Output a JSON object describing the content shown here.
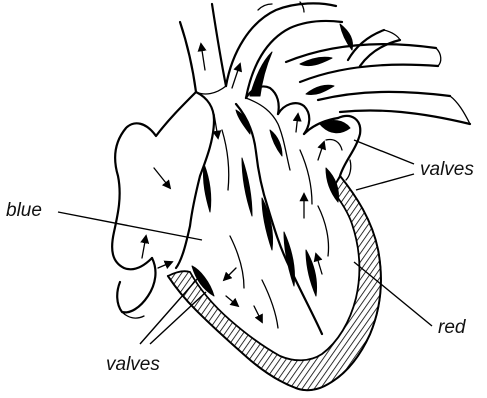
{
  "labels": {
    "blue": "blue",
    "valves_right": "valves",
    "valves_bottom": "valves",
    "red": "red"
  }
}
